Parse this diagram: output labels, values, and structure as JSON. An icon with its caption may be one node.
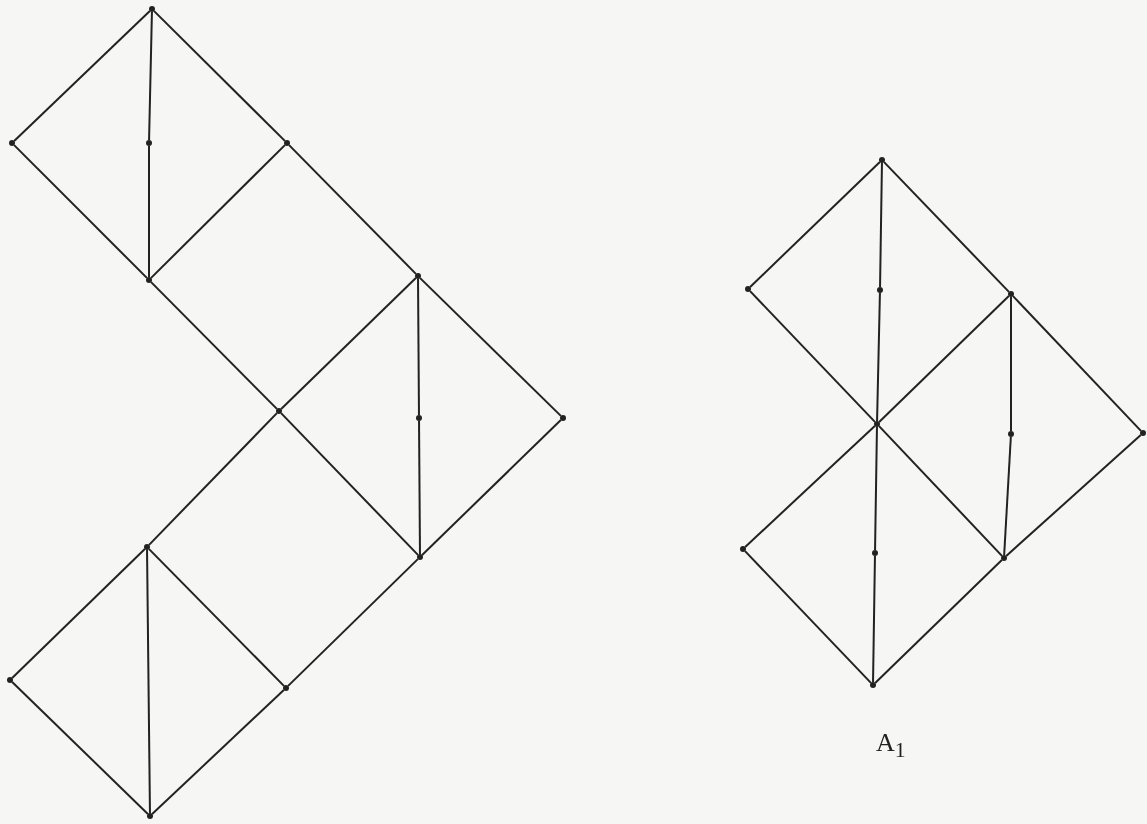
{
  "diagram": {
    "nodes": [
      {
        "text": [],
        "shape": "circle"
      },
      {
        "text": [],
        "shape": "circle"
      },
      {
        "text": [],
        "shape": "circle"
      },
      {
        "text": [],
        "shape": "circle"
      },
      {
        "text": [],
        "shape": "circle"
      },
      {
        "text": [],
        "shape": "circle"
      },
      {
        "text": [],
        "shape": "circle"
      },
      {
        "text": [],
        "shape": "circle"
      },
      {
        "text": [],
        "shape": "circle"
      },
      {
        "text": [],
        "shape": "circle"
      },
      {
        "text": [],
        "shape": "circle"
      },
      {
        "text": [],
        "shape": "circle"
      },
      {
        "text": [],
        "shape": "circle"
      },
      {
        "text": [],
        "shape": "circle"
      },
      {
        "text": [],
        "shape": "circle"
      },
      {
        "text": [],
        "shape": "circle"
      },
      {
        "text": [],
        "shape": "circle"
      },
      {
        "text": [],
        "shape": "circle"
      },
      {
        "text": [],
        "shape": "circle"
      },
      {
        "text": [],
        "shape": "circle"
      },
      {
        "text": [],
        "shape": "circle"
      },
      {
        "text": [],
        "shape": "circle"
      },
      {
        "text": [],
        "shape": "circle"
      },
      {
        "text": [],
        "shape": "circle"
      },
      {
        "text": [],
        "shape": "circle"
      }
    ],
    "edges": [
      {
        "from": 0,
        "to": 1,
        "arrow": "none"
      },
      {
        "from": 0,
        "to": 3,
        "arrow": "none"
      },
      {
        "from": 0,
        "to": 2,
        "arrow": "none"
      },
      {
        "from": 2,
        "to": 4,
        "arrow": "none"
      },
      {
        "from": 1,
        "to": 4,
        "arrow": "none"
      },
      {
        "from": 3,
        "to": 4,
        "arrow": "none"
      },
      {
        "from": 3,
        "to": 5,
        "arrow": "none"
      },
      {
        "from": 4,
        "to": 6,
        "arrow": "none"
      },
      {
        "from": 5,
        "to": 6,
        "arrow": "none"
      },
      {
        "from": 5,
        "to": 8,
        "arrow": "none"
      },
      {
        "from": 5,
        "to": 7,
        "arrow": "none"
      },
      {
        "from": 7,
        "to": 10,
        "arrow": "none"
      },
      {
        "from": 8,
        "to": 10,
        "arrow": "none"
      },
      {
        "from": 6,
        "to": 10,
        "arrow": "none"
      },
      {
        "from": 6,
        "to": 9,
        "arrow": "none"
      },
      {
        "from": 10,
        "to": 12,
        "arrow": "none"
      },
      {
        "from": 9,
        "to": 11,
        "arrow": "none"
      },
      {
        "from": 9,
        "to": 12,
        "arrow": "none"
      },
      {
        "from": 9,
        "to": 13,
        "arrow": "none"
      },
      {
        "from": 11,
        "to": 13,
        "arrow": "none"
      },
      {
        "from": 12,
        "to": 13,
        "arrow": "none"
      },
      {
        "from": 14,
        "to": 15,
        "arrow": "none"
      },
      {
        "from": 14,
        "to": 17,
        "arrow": "none"
      },
      {
        "from": 14,
        "to": 16,
        "arrow": "none"
      },
      {
        "from": 16,
        "to": 18,
        "arrow": "none"
      },
      {
        "from": 15,
        "to": 18,
        "arrow": "none"
      },
      {
        "from": 17,
        "to": 18,
        "arrow": "none"
      },
      {
        "from": 17,
        "to": 19,
        "arrow": "none"
      },
      {
        "from": 17,
        "to": 20,
        "arrow": "none"
      },
      {
        "from": 20,
        "to": 23,
        "arrow": "none"
      },
      {
        "from": 19,
        "to": 23,
        "arrow": "none"
      },
      {
        "from": 18,
        "to": 23,
        "arrow": "none"
      },
      {
        "from": 18,
        "to": 21,
        "arrow": "none"
      },
      {
        "from": 18,
        "to": 22,
        "arrow": "none"
      },
      {
        "from": 22,
        "to": 24,
        "arrow": "none"
      },
      {
        "from": 21,
        "to": 24,
        "arrow": "none"
      },
      {
        "from": 23,
        "to": 24,
        "arrow": "none"
      }
    ],
    "labels": [
      "A$_{1}$"
    ]
  }
}
